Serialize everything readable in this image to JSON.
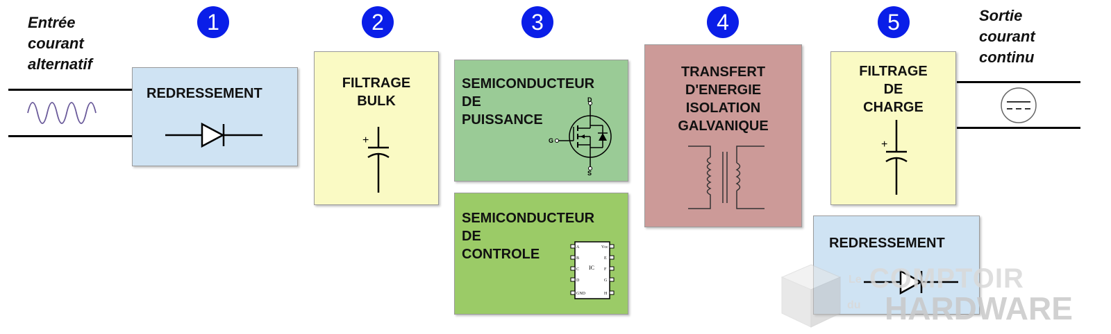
{
  "steps": [
    "1",
    "2",
    "3",
    "4",
    "5"
  ],
  "input": {
    "lines": [
      "Entrée",
      "courant",
      "alternatif"
    ]
  },
  "output": {
    "lines": [
      "Sortie",
      "courant",
      "continu"
    ]
  },
  "blocks": {
    "redressement1": {
      "lines": [
        "REDRESSEMENT"
      ]
    },
    "filtrage_bulk": {
      "lines": [
        "FILTRAGE",
        "BULK"
      ]
    },
    "semi_puissance": {
      "lines": [
        "SEMICONDUCTEUR",
        "DE",
        "PUISSANCE"
      ]
    },
    "semi_controle": {
      "lines": [
        "SEMICONDUCTEUR",
        "DE",
        "CONTROLE"
      ]
    },
    "transfert": {
      "lines": [
        "TRANSFERT",
        "D'ENERGIE",
        "ISOLATION",
        "GALVANIQUE"
      ]
    },
    "filtrage_charge": {
      "lines": [
        "FILTRAGE",
        "DE",
        "CHARGE"
      ]
    },
    "redressement2": {
      "lines": [
        "REDRESSEMENT"
      ]
    }
  },
  "mosfet_pins": {
    "drain": "D",
    "gate": "G",
    "source": "S"
  },
  "ic": {
    "center_label": "IC",
    "left_pins": [
      "A",
      "B",
      "C",
      "D",
      "GND"
    ],
    "right_pins": [
      "Vcc",
      "E",
      "F",
      "G",
      "H"
    ]
  },
  "capacitor_polarity": "+",
  "watermark": {
    "small1": "Le",
    "small2": "du",
    "line1": "COMPTOIR",
    "line2": "HARDWARE"
  },
  "colors": {
    "step_circle": "#0a1ee8",
    "blue_block": "#cfe3f3",
    "yellow_block": "#fafac4",
    "green_block": "#9acb96",
    "green_block_2": "#9bcb67",
    "pink_block": "#cc9a98"
  }
}
